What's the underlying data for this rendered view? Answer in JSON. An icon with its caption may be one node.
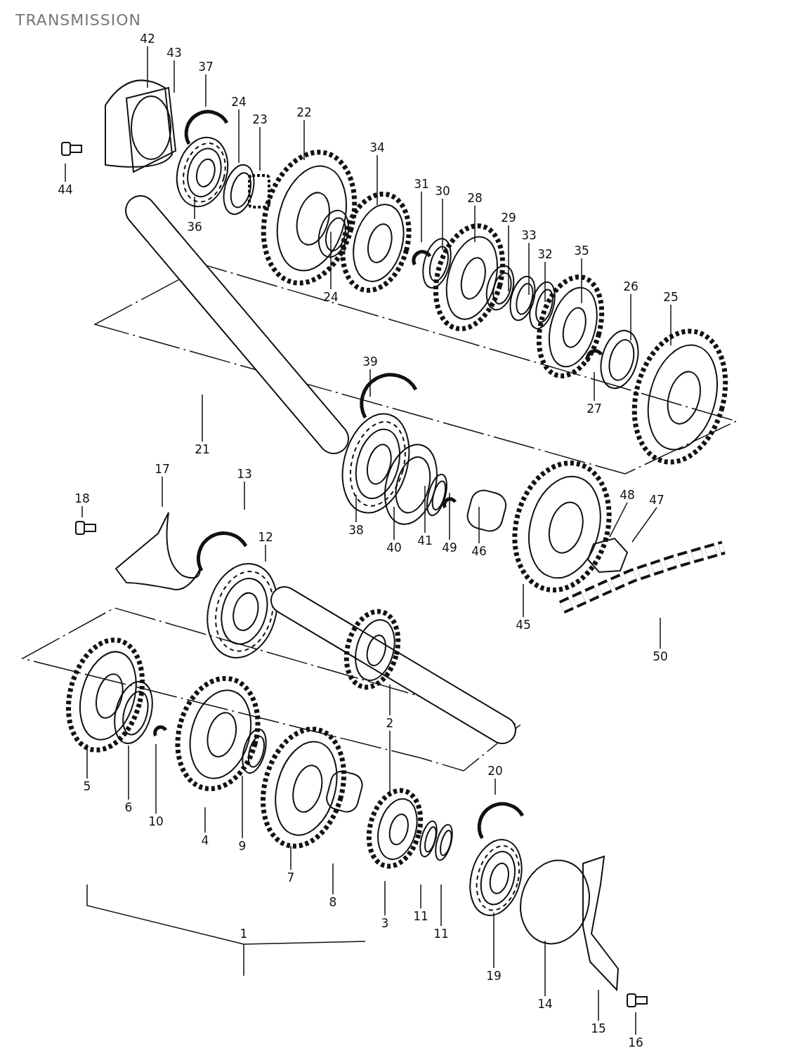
{
  "diagram": {
    "title": "TRANSMISSION",
    "nodes": [
      {
        "text": [
          "42"
        ]
      },
      {
        "text": [
          "43"
        ]
      },
      {
        "text": [
          "37"
        ]
      },
      {
        "text": [
          "24"
        ]
      },
      {
        "text": [
          "23"
        ]
      },
      {
        "text": [
          "22"
        ]
      },
      {
        "text": [
          "44"
        ]
      },
      {
        "text": [
          "36"
        ]
      },
      {
        "text": [
          "34"
        ]
      },
      {
        "text": [
          "24"
        ]
      },
      {
        "text": [
          "31"
        ]
      },
      {
        "text": [
          "30"
        ]
      },
      {
        "text": [
          "28"
        ]
      },
      {
        "text": [
          "29"
        ]
      },
      {
        "text": [
          "33"
        ]
      },
      {
        "text": [
          "32"
        ]
      },
      {
        "text": [
          "35"
        ]
      },
      {
        "text": [
          "26"
        ]
      },
      {
        "text": [
          "25"
        ]
      },
      {
        "text": [
          "27"
        ]
      },
      {
        "text": [
          "39"
        ]
      },
      {
        "text": [
          "21"
        ]
      },
      {
        "text": [
          "38"
        ]
      },
      {
        "text": [
          "40"
        ]
      },
      {
        "text": [
          "41"
        ]
      },
      {
        "text": [
          "49"
        ]
      },
      {
        "text": [
          "46"
        ]
      },
      {
        "text": [
          "48"
        ]
      },
      {
        "text": [
          "47"
        ]
      },
      {
        "text": [
          "45"
        ]
      },
      {
        "text": [
          "50"
        ]
      },
      {
        "text": [
          "18"
        ]
      },
      {
        "text": [
          "17"
        ]
      },
      {
        "text": [
          "13"
        ]
      },
      {
        "text": [
          "12"
        ]
      },
      {
        "text": [
          "2"
        ]
      },
      {
        "text": [
          "5"
        ]
      },
      {
        "text": [
          "6"
        ]
      },
      {
        "text": [
          "10"
        ]
      },
      {
        "text": [
          "4"
        ]
      },
      {
        "text": [
          "9"
        ]
      },
      {
        "text": [
          "7"
        ]
      },
      {
        "text": [
          "8"
        ]
      },
      {
        "text": [
          "3"
        ]
      },
      {
        "text": [
          "11"
        ]
      },
      {
        "text": [
          "11"
        ]
      },
      {
        "text": [
          "20"
        ]
      },
      {
        "text": [
          "19"
        ]
      },
      {
        "text": [
          "14"
        ]
      },
      {
        "text": [
          "15"
        ]
      },
      {
        "text": [
          "16"
        ]
      }
    ],
    "edges": [
      {
        "from": 0,
        "to": null,
        "arrow": "none"
      },
      {
        "from": 1,
        "to": null,
        "arrow": "none"
      },
      {
        "from": 2,
        "to": null,
        "arrow": "none"
      },
      {
        "from": 3,
        "to": null,
        "arrow": "none"
      },
      {
        "from": 4,
        "to": null,
        "arrow": "none"
      },
      {
        "from": 5,
        "to": null,
        "arrow": "none"
      },
      {
        "from": 6,
        "to": null,
        "arrow": "none"
      },
      {
        "from": 7,
        "to": null,
        "arrow": "none"
      },
      {
        "from": 8,
        "to": null,
        "arrow": "none"
      },
      {
        "from": 9,
        "to": null,
        "arrow": "none"
      },
      {
        "from": 10,
        "to": null,
        "arrow": "none"
      },
      {
        "from": 11,
        "to": null,
        "arrow": "none"
      },
      {
        "from": 12,
        "to": null,
        "arrow": "none"
      },
      {
        "from": 13,
        "to": null,
        "arrow": "none"
      },
      {
        "from": 14,
        "to": null,
        "arrow": "none"
      },
      {
        "from": 15,
        "to": null,
        "arrow": "none"
      },
      {
        "from": 16,
        "to": null,
        "arrow": "none"
      },
      {
        "from": 17,
        "to": null,
        "arrow": "none"
      },
      {
        "from": 18,
        "to": null,
        "arrow": "none"
      },
      {
        "from": 19,
        "to": null,
        "arrow": "none"
      },
      {
        "from": 20,
        "to": null,
        "arrow": "none"
      },
      {
        "from": 21,
        "to": null,
        "arrow": "none"
      },
      {
        "from": 22,
        "to": null,
        "arrow": "none"
      },
      {
        "from": 23,
        "to": null,
        "arrow": "none"
      },
      {
        "from": 24,
        "to": null,
        "arrow": "none"
      },
      {
        "from": 25,
        "to": null,
        "arrow": "none"
      },
      {
        "from": 26,
        "to": null,
        "arrow": "none"
      },
      {
        "from": 27,
        "to": null,
        "arrow": "none"
      },
      {
        "from": 28,
        "to": null,
        "arrow": "none"
      },
      {
        "from": 29,
        "to": null,
        "arrow": "none"
      },
      {
        "from": 30,
        "to": null,
        "arrow": "none"
      },
      {
        "from": 31,
        "to": null,
        "arrow": "none"
      },
      {
        "from": 32,
        "to": null,
        "arrow": "none"
      },
      {
        "from": 33,
        "to": null,
        "arrow": "none"
      },
      {
        "from": 34,
        "to": null,
        "arrow": "none"
      },
      {
        "from": 35,
        "to": null,
        "arrow": "none"
      },
      {
        "from": 35,
        "to": null,
        "arrow": "none"
      },
      {
        "from": 36,
        "to": null,
        "arrow": "none"
      },
      {
        "from": 37,
        "to": null,
        "arrow": "none"
      },
      {
        "from": 38,
        "to": null,
        "arrow": "none"
      },
      {
        "from": 39,
        "to": null,
        "arrow": "none"
      },
      {
        "from": 40,
        "to": null,
        "arrow": "none"
      },
      {
        "from": 41,
        "to": null,
        "arrow": "none"
      },
      {
        "from": 42,
        "to": null,
        "arrow": "none"
      },
      {
        "from": 43,
        "to": null,
        "arrow": "none"
      },
      {
        "from": 44,
        "to": null,
        "arrow": "none"
      },
      {
        "from": 45,
        "to": null,
        "arrow": "none"
      },
      {
        "from": 46,
        "to": null,
        "arrow": "none"
      },
      {
        "from": 47,
        "to": null,
        "arrow": "none"
      },
      {
        "from": 48,
        "to": null,
        "arrow": "none"
      },
      {
        "from": 49,
        "to": null,
        "arrow": "none"
      },
      {
        "from": 50,
        "to": null,
        "arrow": "none"
      }
    ],
    "labels": [
      "1"
    ]
  }
}
